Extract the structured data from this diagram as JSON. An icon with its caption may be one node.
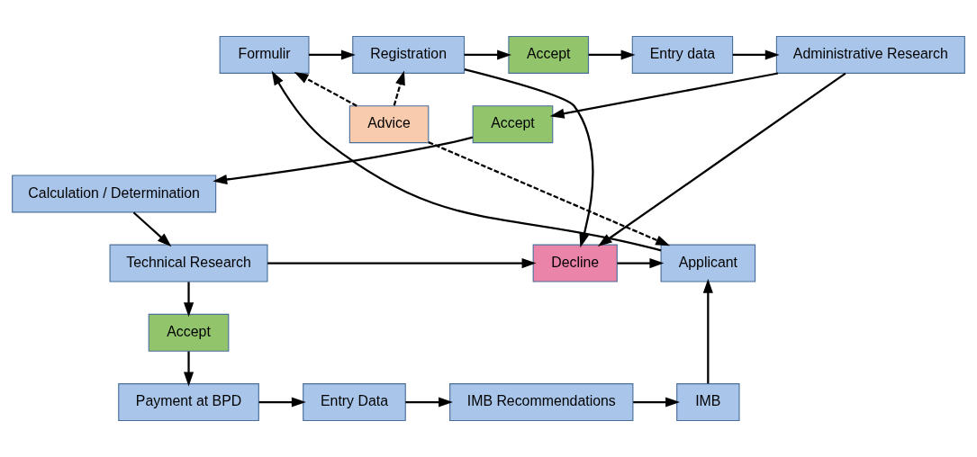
{
  "diagram": {
    "nodes": [
      {
        "text": [
          "Formulir"
        ]
      },
      {
        "text": [
          "Registration"
        ]
      },
      {
        "text": [
          "Accept"
        ]
      },
      {
        "text": [
          "Entry data"
        ]
      },
      {
        "text": [
          "Administrative Research"
        ]
      },
      {
        "text": [
          "Advice"
        ]
      },
      {
        "text": [
          "Accept"
        ]
      },
      {
        "text": [
          "Calculation / Determination"
        ]
      },
      {
        "text": [
          "Applicant"
        ]
      },
      {
        "text": [
          "Decline"
        ]
      },
      {
        "text": [
          "Technical Research"
        ]
      },
      {
        "text": [
          "Accept"
        ]
      },
      {
        "text": [
          "IMB"
        ]
      },
      {
        "text": [
          "IMB Recommendations"
        ]
      },
      {
        "text": [
          "Entry Data"
        ]
      },
      {
        "text": [
          "Payment at BPD"
        ]
      }
    ],
    "edges": [
      {
        "from": 0,
        "to": 1,
        "arrow": "to"
      },
      {
        "from": 1,
        "to": 2,
        "arrow": "to"
      },
      {
        "from": 2,
        "to": 3,
        "arrow": "to"
      },
      {
        "from": 3,
        "to": 4,
        "arrow": "to"
      },
      {
        "from": 4,
        "to": 6,
        "arrow": "to"
      },
      {
        "from": 6,
        "to": 7,
        "arrow": "to"
      },
      {
        "from": 7,
        "to": 10,
        "arrow": "to"
      },
      {
        "from": 10,
        "to": 11,
        "arrow": "to"
      },
      {
        "from": 11,
        "to": 15,
        "arrow": "to"
      },
      {
        "from": 15,
        "to": 14,
        "arrow": "to"
      },
      {
        "from": 14,
        "to": 13,
        "arrow": "to"
      },
      {
        "from": 13,
        "to": 12,
        "arrow": "to"
      },
      {
        "from": 12,
        "to": 8,
        "arrow": "to"
      },
      {
        "from": 8,
        "to": 0,
        "arrow": "to"
      },
      {
        "from": 1,
        "to": 9,
        "arrow": "to"
      },
      {
        "from": 4,
        "to": 9,
        "arrow": "to"
      },
      {
        "from": 10,
        "to": 9,
        "arrow": "to"
      },
      {
        "from": 9,
        "to": 8,
        "arrow": "to"
      },
      {
        "from": 5,
        "to": 0,
        "arrow": "to",
        "style": "dashed"
      },
      {
        "from": 5,
        "to": 1,
        "arrow": "to",
        "style": "dashed"
      },
      {
        "from": 5,
        "to": 8,
        "arrow": "to",
        "style": "dashed"
      }
    ]
  }
}
